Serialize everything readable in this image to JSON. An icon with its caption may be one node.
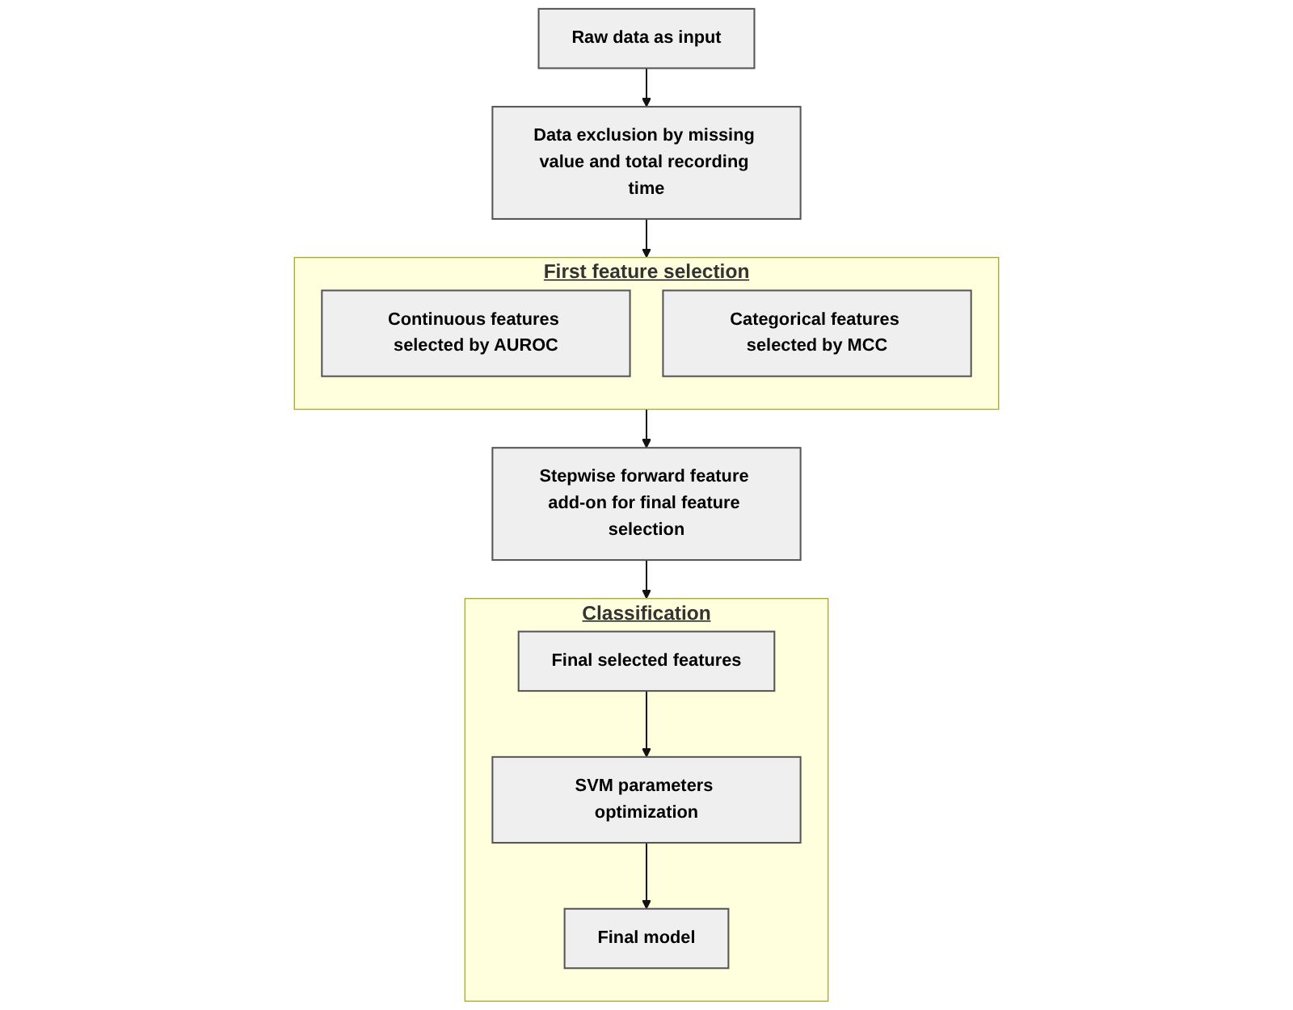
{
  "diagram": {
    "nodes": [
      {
        "text": [
          "Raw data as input"
        ]
      },
      {
        "text": [
          "Data exclusion by missing value and total recording time"
        ]
      },
      {
        "text": [
          "First feature selection"
        ]
      },
      {
        "text": [
          "Continuous features selected by AUROC"
        ],
        "in": 2
      },
      {
        "text": [
          "Categorical features selected by MCC"
        ],
        "in": 2
      },
      {
        "text": [
          "Stepwise forward feature add-on for final feature selection"
        ]
      },
      {
        "text": [
          "Classification"
        ]
      },
      {
        "text": [
          "Final selected features"
        ],
        "in": 6
      },
      {
        "text": [
          "SVM parameters optimization"
        ],
        "in": 6
      },
      {
        "text": [
          "Final model"
        ],
        "in": 6
      }
    ],
    "edges": [
      {
        "from": 0,
        "to": 1,
        "arrow": "to"
      },
      {
        "from": 1,
        "to": 2,
        "arrow": "to"
      },
      {
        "from": 2,
        "to": 5,
        "arrow": "to"
      },
      {
        "from": 5,
        "to": 6,
        "arrow": "to"
      },
      {
        "from": 7,
        "to": 8,
        "arrow": "to"
      },
      {
        "from": 8,
        "to": 9,
        "arrow": "to"
      }
    ]
  }
}
